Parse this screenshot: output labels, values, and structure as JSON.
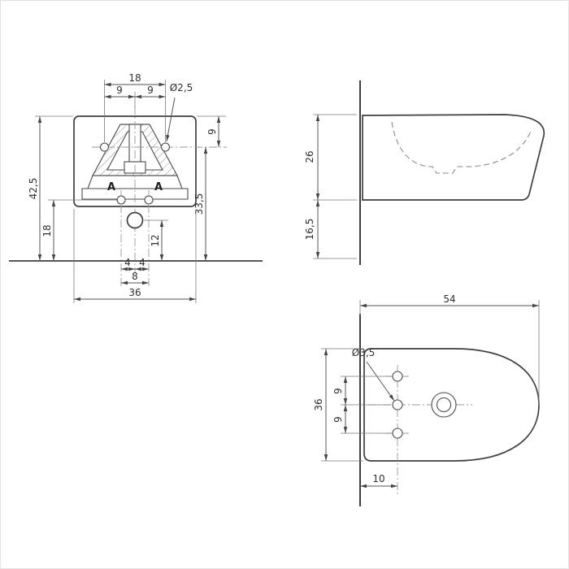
{
  "front": {
    "hole_spacing": "18",
    "hole_offset_left": "9",
    "hole_offset_right": "9",
    "hole_diameter": "Ø2,5",
    "top_to_holes": "9",
    "total_height": "42,5",
    "holes_to_floor": "33,5",
    "lower_holes_to_floor": "18",
    "drain_to_floor": "12",
    "lower_spacing_left": "4",
    "lower_spacing_right": "4",
    "lower_hole_spacing": "8",
    "overall_width": "36",
    "marker_left": "A",
    "marker_right": "A"
  },
  "side": {
    "body_height": "26",
    "bottom_clearance": "16,5"
  },
  "top": {
    "overall_length": "54",
    "fixing_hole_diameter": "Ø3,5",
    "overall_depth": "36",
    "fixing_offset_upper": "9",
    "fixing_offset_lower": "9",
    "wall_to_fixing": "10"
  }
}
